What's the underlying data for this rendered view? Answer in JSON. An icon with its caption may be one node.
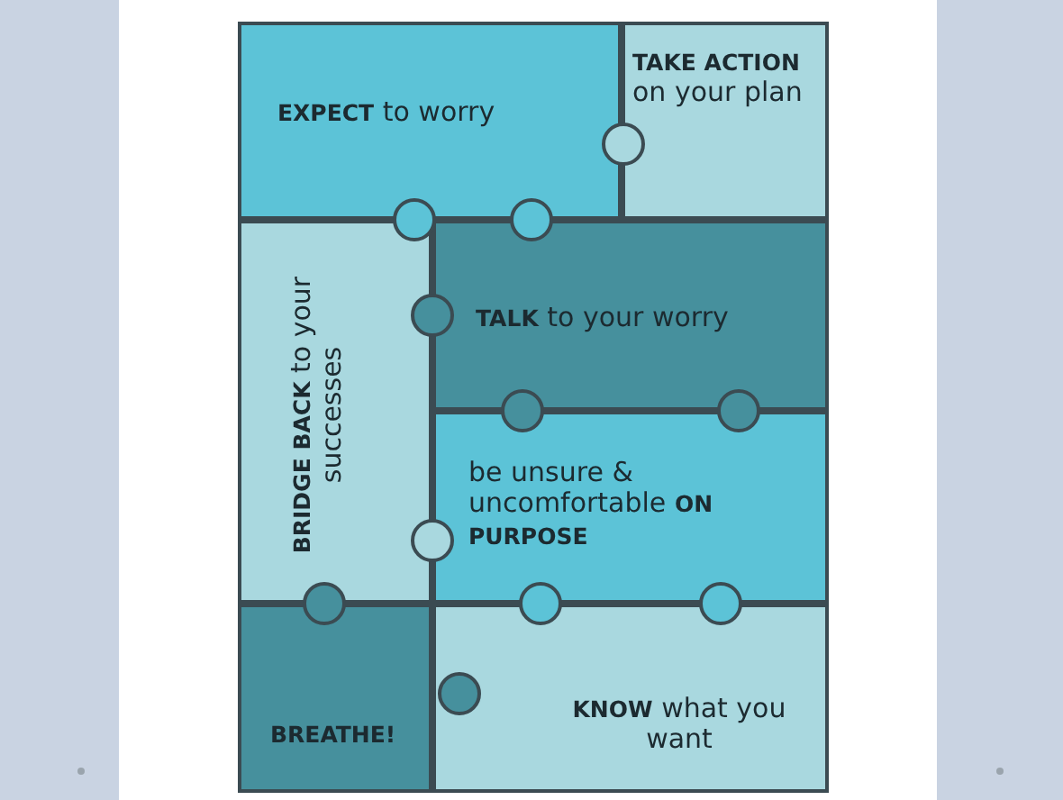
{
  "diagram": {
    "nodes": [
      {
        "text": [
          "**EXPECT** to worry"
        ]
      },
      {
        "text": [
          "**TAKE ACTION** on your plan"
        ]
      },
      {
        "text": [
          "**BRIDGE BACK** to your successes"
        ]
      },
      {
        "text": [
          "**TALK** to your worry"
        ]
      },
      {
        "text": [
          "be unsure & uncomfortable **ON PURPOSE**"
        ]
      },
      {
        "text": [
          "BREATHE!"
        ]
      },
      {
        "text": [
          "**KNOW** what you want"
        ]
      }
    ]
  }
}
